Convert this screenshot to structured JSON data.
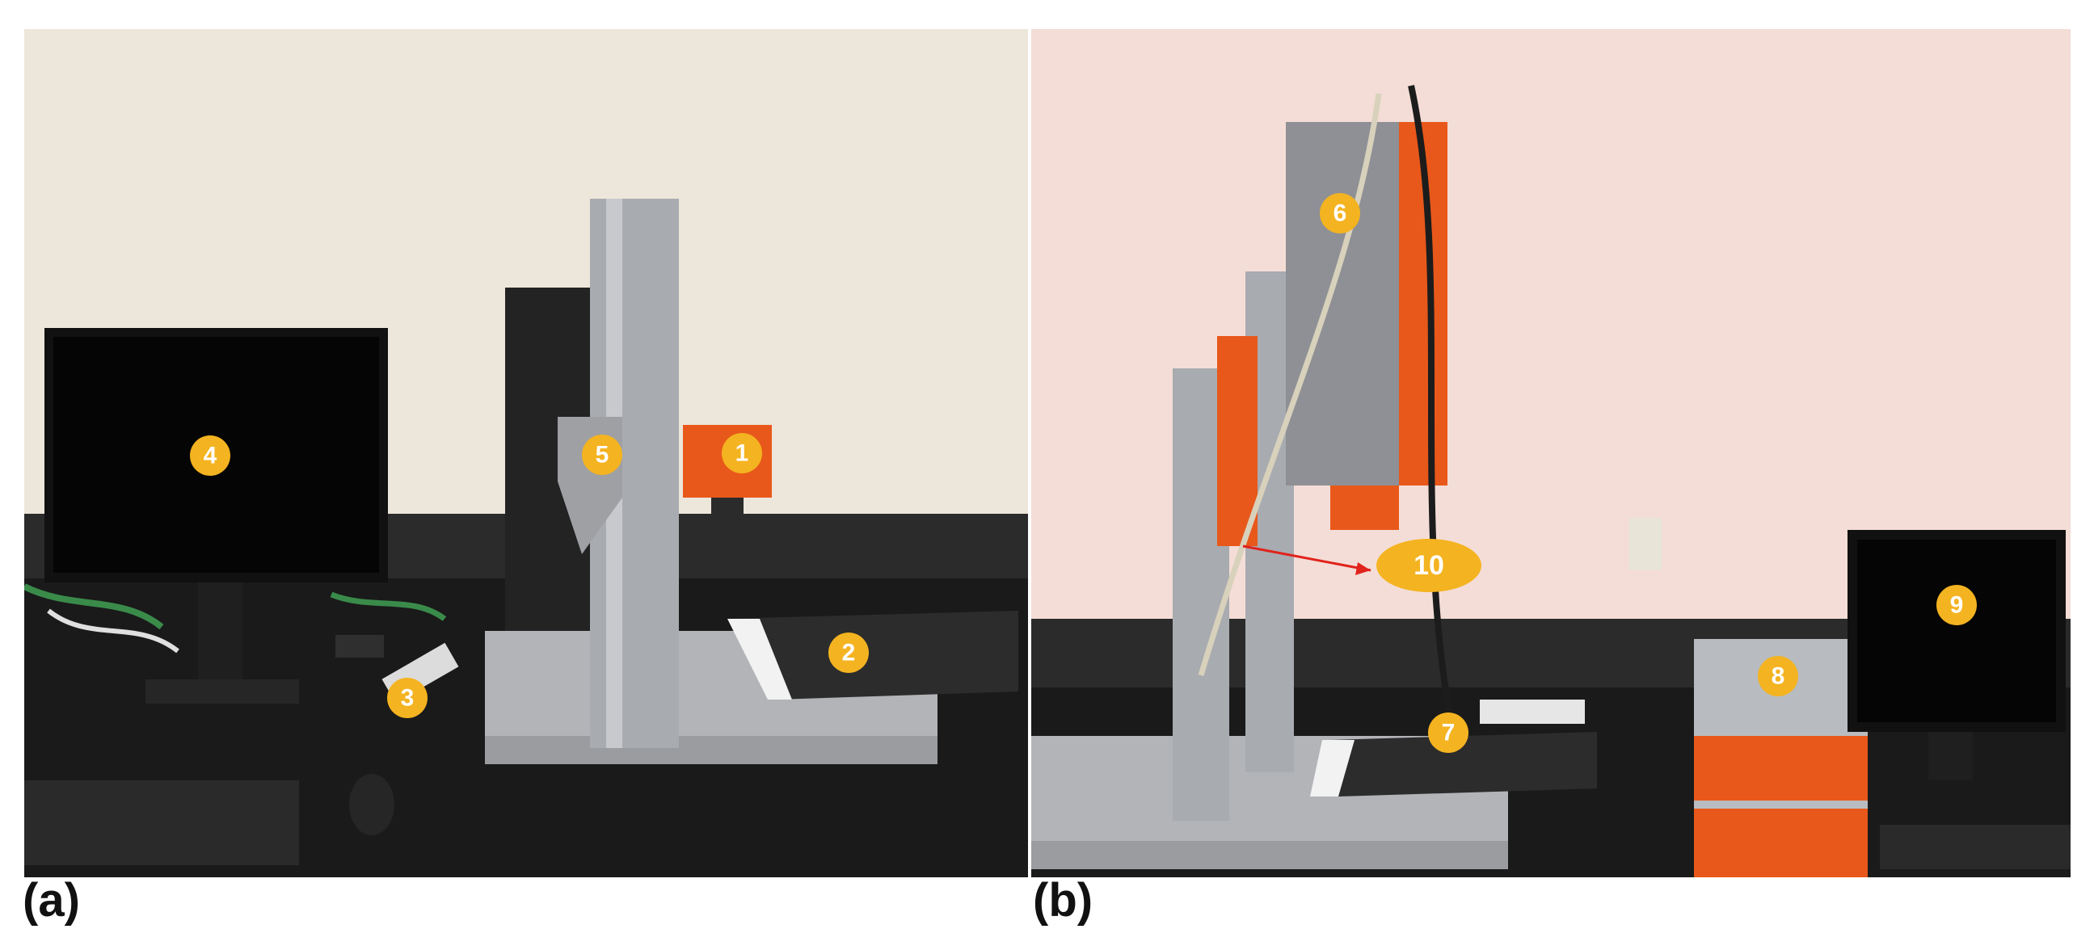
{
  "panels": [
    {
      "label": "(a)",
      "markers": [
        "1",
        "2",
        "3",
        "4",
        "5"
      ]
    },
    {
      "label": "(b)",
      "markers": [
        "6",
        "7",
        "8",
        "9",
        "10"
      ]
    }
  ],
  "colors": {
    "wall": "#ede6da",
    "wall_b": "#f4ddd6",
    "countertop": "#1a1a1a",
    "aluminum": "#a8abb0",
    "device_orange": "#e8581a",
    "marker_yellow": "#f4b320",
    "arrow_red": "#e0231c"
  },
  "icons": [
    "circle-marker",
    "ellipse-marker",
    "red-arrow"
  ]
}
